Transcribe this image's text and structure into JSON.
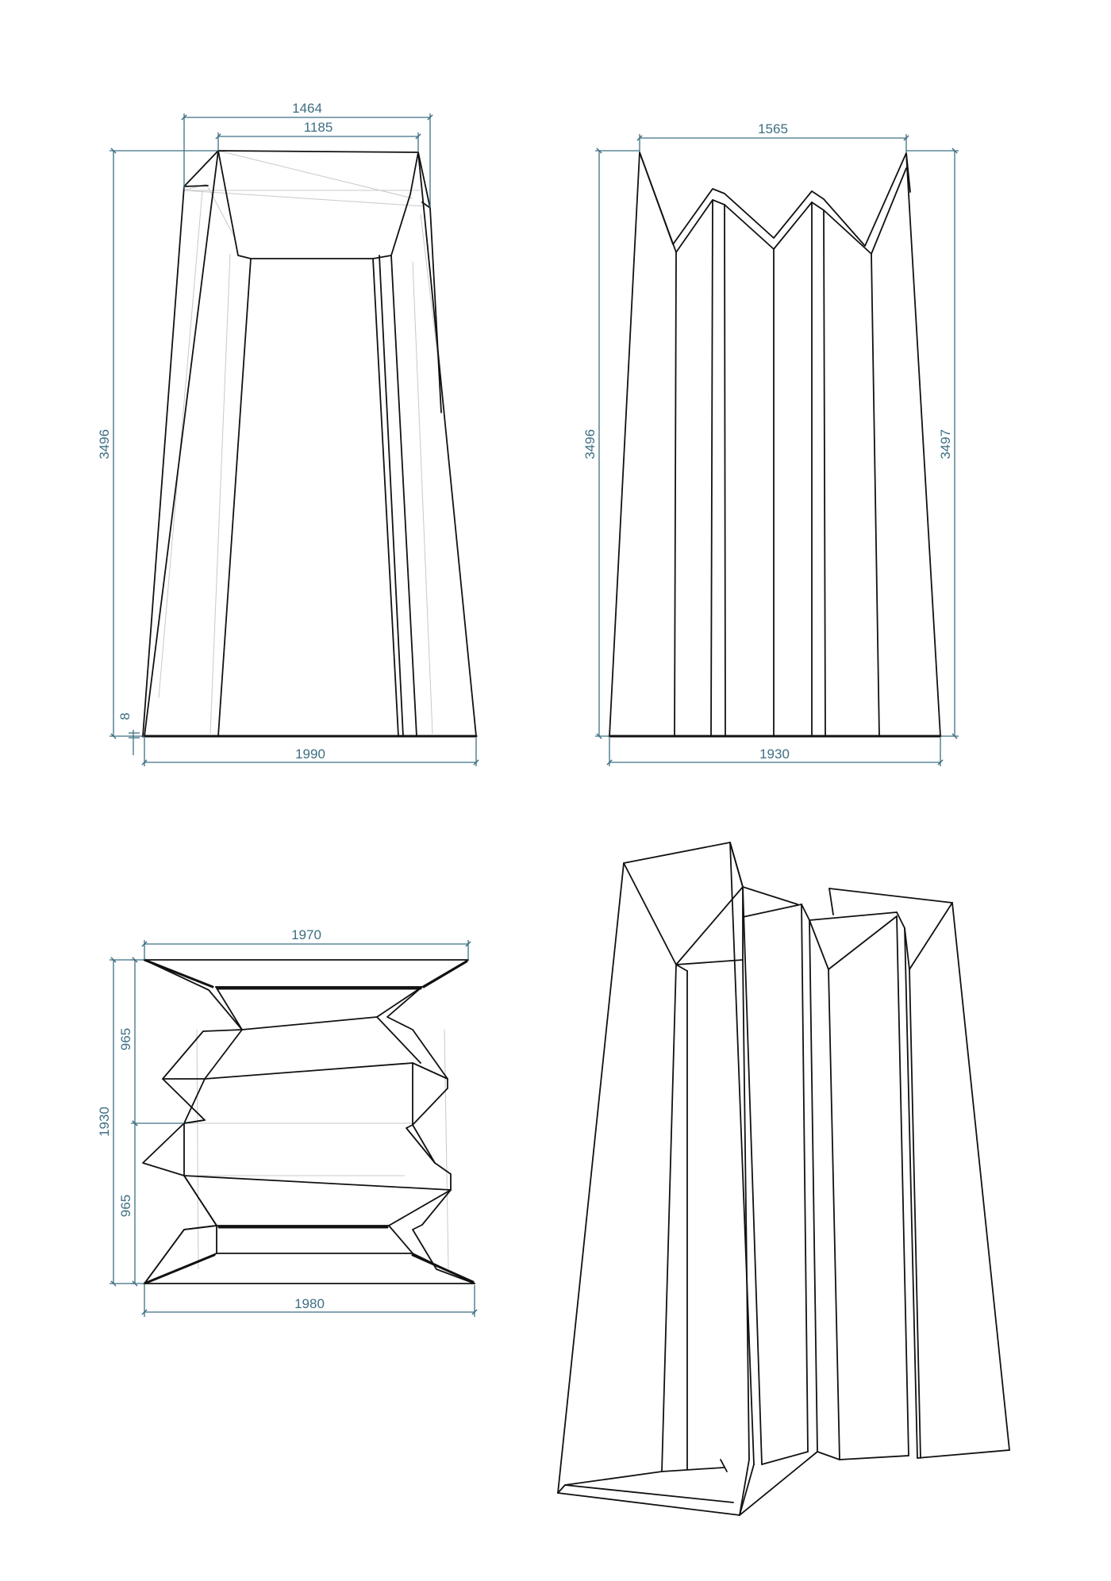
{
  "sheet": {
    "views": [
      {
        "id": "front_view",
        "dimensions": {
          "top_outer_width": "1464",
          "top_inner_width": "1185",
          "height": "3496",
          "base_offset": "8",
          "base_width": "1990"
        }
      },
      {
        "id": "side_view",
        "dimensions": {
          "top_width": "1565",
          "height_left": "3496",
          "height_right": "3497",
          "base_width": "1930"
        }
      },
      {
        "id": "plan_view",
        "dimensions": {
          "top_width": "1970",
          "half_depth_upper": "965",
          "total_depth": "1930",
          "half_depth_lower": "965",
          "bottom_width": "1980"
        }
      },
      {
        "id": "perspective_view",
        "dimensions": {}
      }
    ]
  },
  "colors": {
    "dimension": "#3d6f83",
    "outline": "#111111",
    "hidden_edge": "#c9c9c9",
    "background": "#ffffff"
  }
}
